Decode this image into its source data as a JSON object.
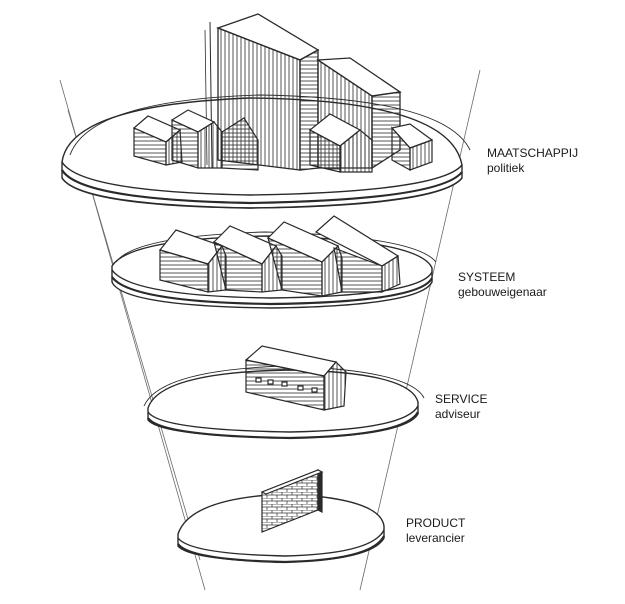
{
  "colors": {
    "ink": "#2a2a2a",
    "paper": "#ffffff"
  },
  "levels": [
    {
      "id": "maatschappij",
      "name": "MAATSCHAPPIJ",
      "role": "politiek"
    },
    {
      "id": "systeem",
      "name": "SYSTEEM",
      "role": "gebouweigenaar"
    },
    {
      "id": "service",
      "name": "SERVICE",
      "role": "adviseur"
    },
    {
      "id": "product",
      "name": "PRODUCT",
      "role": "leverancier"
    }
  ]
}
